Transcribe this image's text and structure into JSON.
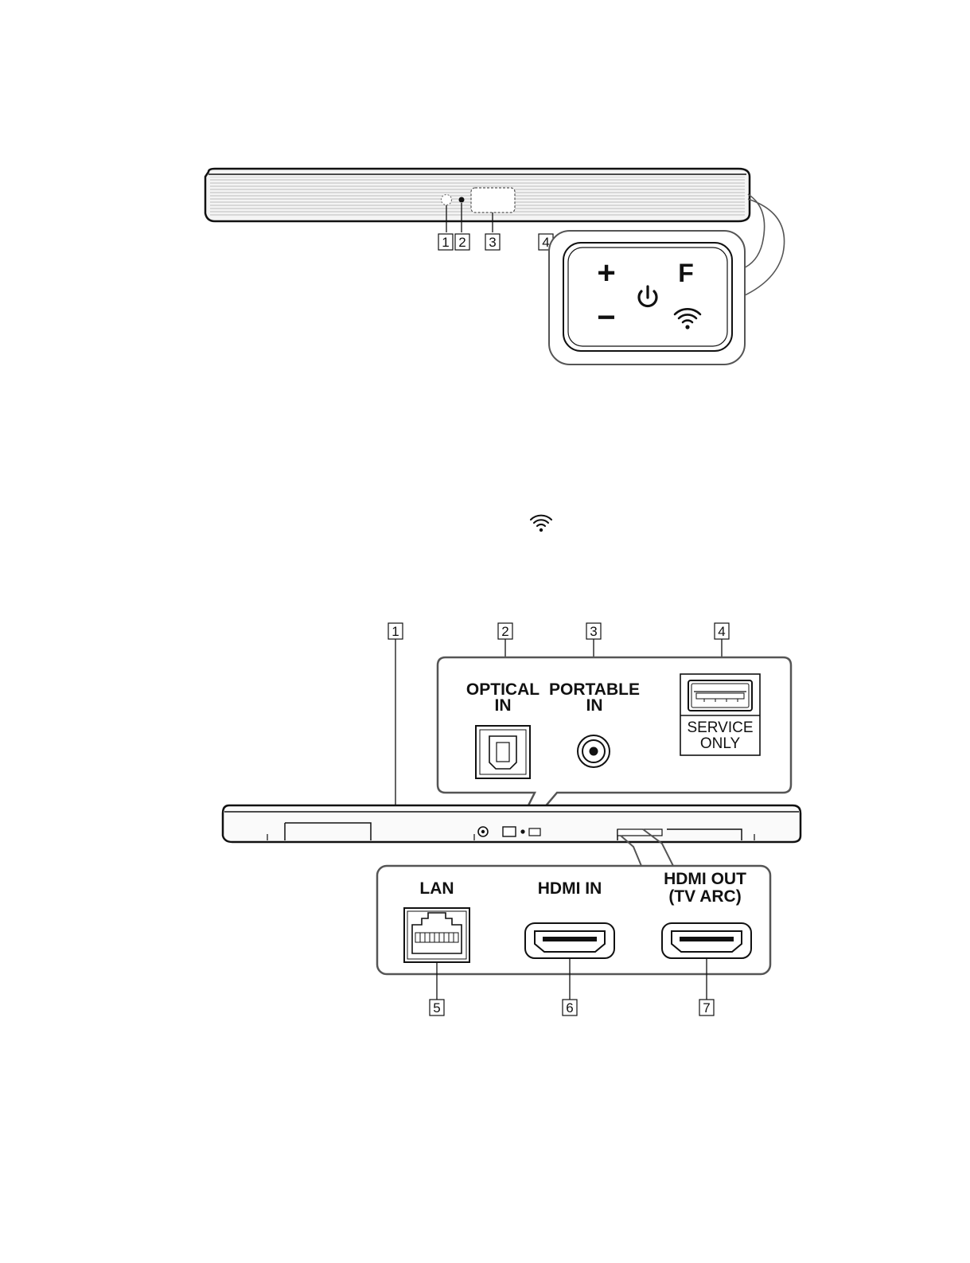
{
  "front_view": {
    "callouts": [
      "1",
      "2",
      "3",
      "4"
    ],
    "control_panel": {
      "volume_up_symbol": "+",
      "volume_down_symbol": "−",
      "function_symbol": "F",
      "power_icon": "power-icon",
      "wifi_icon": "wifi-icon"
    }
  },
  "legend_icon": "wifi-icon",
  "rear_view": {
    "callouts_top": [
      "1",
      "2",
      "3",
      "4"
    ],
    "callouts_bottom": [
      "5",
      "6",
      "7"
    ],
    "optical_in": {
      "line1": "OPTICAL",
      "line2": "IN"
    },
    "portable_in": {
      "line1": "PORTABLE",
      "line2": "IN"
    },
    "service_only": {
      "line1": "SERVICE",
      "line2": "ONLY"
    },
    "lan": "LAN",
    "hdmi_in": "HDMI IN",
    "hdmi_out": {
      "line1": "HDMI OUT",
      "line2": "(TV ARC)"
    }
  }
}
